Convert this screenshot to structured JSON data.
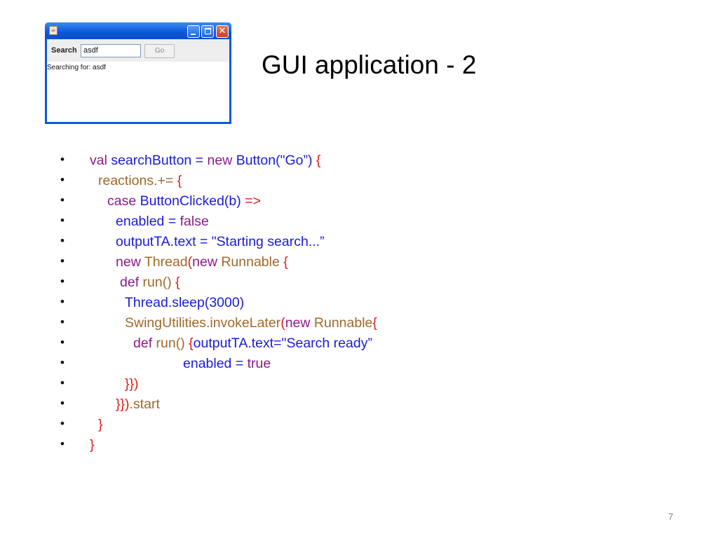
{
  "window": {
    "title_icon": "java-icon",
    "minimize_icon": "minimize-icon",
    "maximize_icon": "maximize-icon",
    "close_icon": "close-icon",
    "close_glyph": "✕",
    "search_label": "Search",
    "search_value": "asdf",
    "go_label": "Go",
    "output_text": "Searching for: asdf"
  },
  "slide": {
    "title": "GUI application - 2",
    "page_number": "7",
    "bullet": "•"
  },
  "code": [
    [
      {
        "t": "val ",
        "c": "kw"
      },
      {
        "t": "searchButton = ",
        "c": "ty"
      },
      {
        "t": "new ",
        "c": "kw"
      },
      {
        "t": "Button(\"Go”) ",
        "c": "ty"
      },
      {
        "t": "{",
        "c": "br"
      }
    ],
    [
      {
        "t": "reactions.+= ",
        "c": "id"
      },
      {
        "t": "{",
        "c": "br"
      }
    ],
    [
      {
        "t": "case ",
        "c": "kw"
      },
      {
        "t": "ButtonClicked(b) ",
        "c": "ty"
      },
      {
        "t": "=>",
        "c": "br"
      }
    ],
    [
      {
        "t": "enabled = ",
        "c": "ty"
      },
      {
        "t": "false",
        "c": "kw"
      }
    ],
    [
      {
        "t": "outputTA.text = \"Starting search...”",
        "c": "ty"
      }
    ],
    [
      {
        "t": "new ",
        "c": "kw"
      },
      {
        "t": "Thread",
        "c": "id"
      },
      {
        "t": "(",
        "c": "br"
      },
      {
        "t": "new ",
        "c": "kw"
      },
      {
        "t": "Runnable ",
        "c": "id"
      },
      {
        "t": "{",
        "c": "br"
      }
    ],
    [
      {
        "t": "def ",
        "c": "kw"
      },
      {
        "t": "run() ",
        "c": "id"
      },
      {
        "t": "{",
        "c": "br"
      }
    ],
    [
      {
        "t": "Thread.sleep(3000)",
        "c": "ty"
      }
    ],
    [
      {
        "t": "SwingUtilities.invokeLater",
        "c": "id"
      },
      {
        "t": "(",
        "c": "br"
      },
      {
        "t": "new ",
        "c": "kw"
      },
      {
        "t": "Runnable",
        "c": "id"
      },
      {
        "t": "{",
        "c": "br"
      }
    ],
    [
      {
        "t": "def ",
        "c": "kw"
      },
      {
        "t": "run() ",
        "c": "id"
      },
      {
        "t": "{",
        "c": "br"
      },
      {
        "t": "outputTA.text=\"Search ready”",
        "c": "ty"
      }
    ],
    [
      {
        "t": "enabled = ",
        "c": "ty"
      },
      {
        "t": "true",
        "c": "kw"
      }
    ],
    [
      {
        "t": "}})",
        "c": "br"
      }
    ],
    [
      {
        "t": "}})",
        "c": "br"
      },
      {
        "t": ".start",
        "c": "id"
      }
    ],
    [
      {
        "t": "}",
        "c": "br"
      }
    ],
    [
      {
        "t": "}",
        "c": "br"
      }
    ]
  ]
}
